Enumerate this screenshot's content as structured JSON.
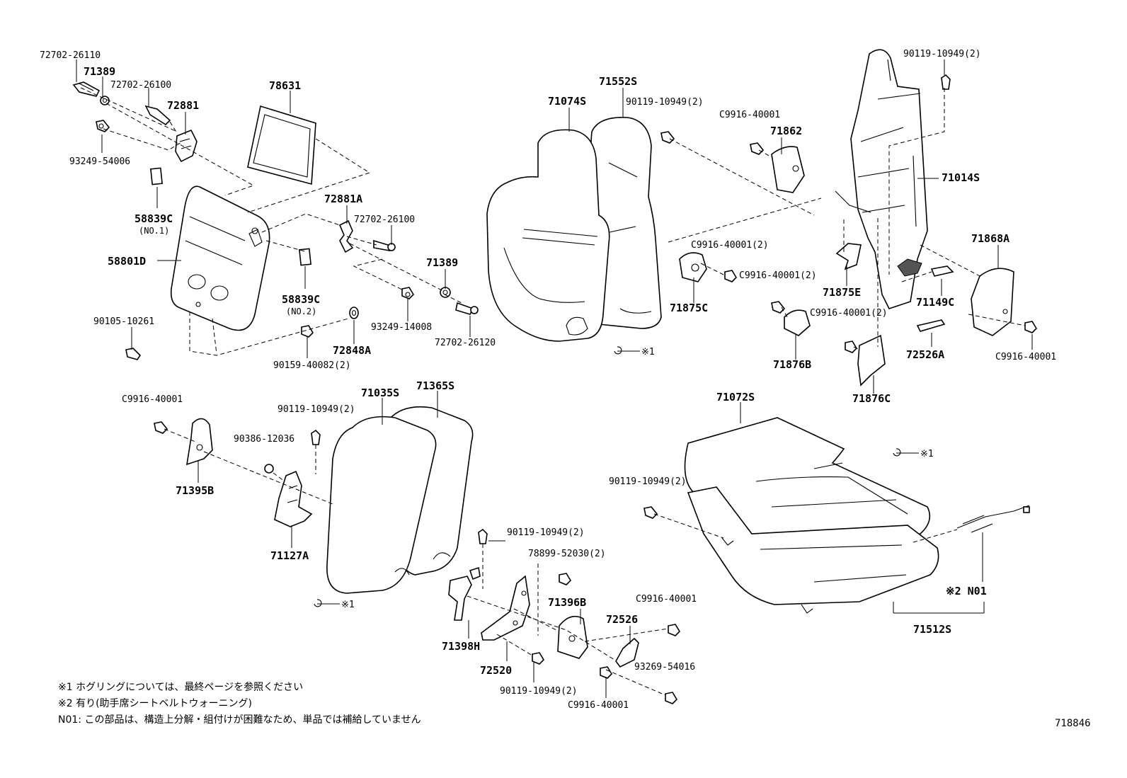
{
  "labels": {
    "p72702_26110": "72702-26110",
    "p71389_a": "71389",
    "p72702_26100_a": "72702-26100",
    "p72881": "72881",
    "p93249_54006": "93249-54006",
    "p78631": "78631",
    "p58839C_1": "58839C",
    "p58839C_1_note": "(NO.1)",
    "p58801D": "58801D",
    "p72881A": "72881A",
    "p72702_26100_b": "72702-26100",
    "p58839C_2": "58839C",
    "p58839C_2_note": "(NO.2)",
    "p71389_b": "71389",
    "p90105_10261": "90105-10261",
    "p93249_14008": "93249-14008",
    "p72848A": "72848A",
    "p72702_26120": "72702-26120",
    "p90159_40082": "90159-40082(2)",
    "p71074S": "71074S",
    "p71552S": "71552S",
    "p90119_10949_a": "90119-10949(2)",
    "pC9916_a": "C9916-40001",
    "p71862": "71862",
    "p90119_10949_b": "90119-10949(2)",
    "p71014S": "71014S",
    "pC9916_b": "C9916-40001(2)",
    "pC9916_c": "C9916-40001(2)",
    "p71875C": "71875C",
    "p71875E": "71875E",
    "p71868A": "71868A",
    "p71149C": "71149C",
    "pC9916_d": "C9916-40001(2)",
    "p72526A": "72526A",
    "pC9916_e": "C9916-40001",
    "p71876B": "71876B",
    "p71876C": "71876C",
    "pC9916_f": "C9916-40001",
    "p90119_10949_c": "90119-10949(2)",
    "p71035S": "71035S",
    "p71365S": "71365S",
    "p90386_12036": "90386-12036",
    "p71395B": "71395B",
    "p71127A": "71127A",
    "p90119_10949_d": "90119-10949(2)",
    "p78899_52030": "78899-52030(2)",
    "p71396B": "71396B",
    "pC9916_g": "C9916-40001",
    "p72526": "72526",
    "p71398H": "71398H",
    "p72520": "72520",
    "p93269_54016": "93269-54016",
    "p90119_10949_e": "90119-10949(2)",
    "pC9916_h": "C9916-40001",
    "p71072S": "71072S",
    "p90119_10949_f": "90119-10949(2)",
    "pN01": "※2 N01",
    "p71512S": "71512S",
    "ref1_a": "※1",
    "ref1_b": "※1",
    "ref1_c": "※1"
  },
  "notes": {
    "note1": "※1  ホグリングについては、最終ページを参照ください",
    "note2": "※2  有り(助手席シートベルトウォーニング)",
    "note3": "N01: この部品は、構造上分解・組付けが困難なため、単品では補給していません"
  },
  "figure_number": "718846"
}
